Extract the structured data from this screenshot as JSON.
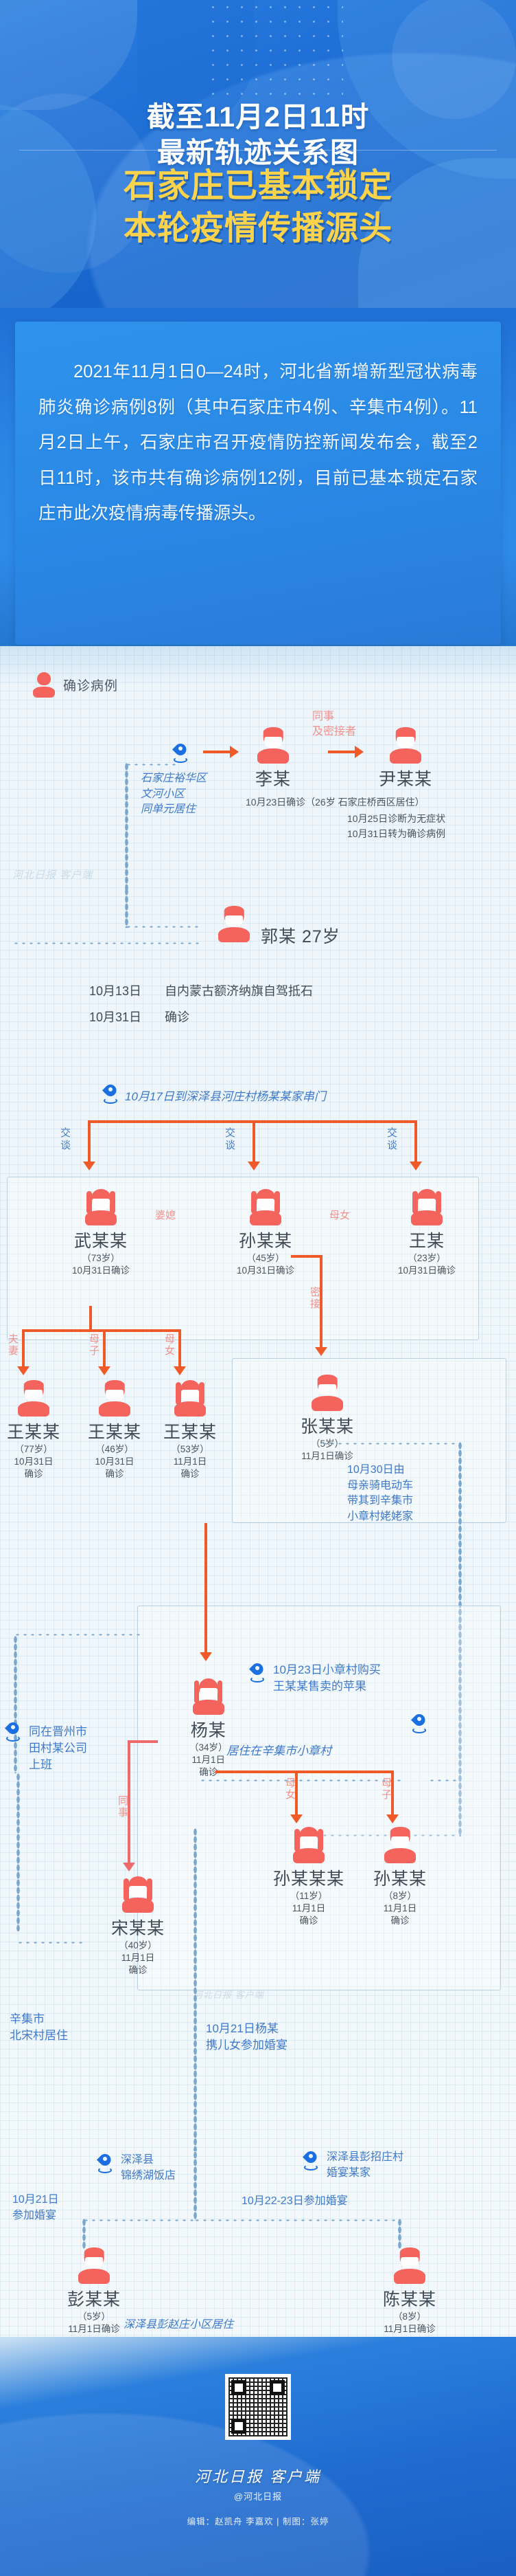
{
  "header": {
    "title_line1": "截至11月2日11时",
    "title_line2": "最新轨迹关系图",
    "highlight_line1": "石家庄已基本锁定",
    "highlight_line2": "本轮疫情传播源头"
  },
  "summary": {
    "body": "2021年11月1日0—24时，河北省新增新型冠状病毒肺炎确诊病例8例（其中石家庄市4例、辛集市4例）。11月2日上午，石家庄市召开疫情防控新闻发布会，截至2日11时，该市共有确诊病例12例，目前已基本锁定石家庄市此次疫情病毒传播源头。"
  },
  "legend": {
    "label": "确诊病例"
  },
  "diagram": {
    "loc_wenhe": "石家庄裕华区\n文河小区\n同单元居住",
    "loc_wenhe_l1": "石家庄裕华区",
    "loc_wenhe_l2": "文河小区",
    "loc_wenhe_l3": "同单元居住",
    "rel_colleague_l1": "同事",
    "rel_colleague_l2": "及密接者",
    "li": {
      "name": "李某",
      "info": "10月23日确诊（26岁 石家庄桥西区居住）"
    },
    "yin": {
      "name": "尹某某",
      "info_l1": "10月25日诊断为无症状",
      "info_l2": "10月31日转为确诊病例"
    },
    "guo": {
      "name_age": "郭某  27岁",
      "line1_date": "10月13日",
      "line1_text": "自内蒙古额济纳旗自驾抵石",
      "line2_date": "10月31日",
      "line2_text": "确诊"
    },
    "visit_note": "10月17日到深泽县河庄村杨某某家串门",
    "talk_label": "交谈",
    "rel_mother_in_law": "婆媳",
    "rel_mother_daughter": "母女",
    "rel_close_contact": "密接",
    "rel_couple": "夫妻",
    "rel_mother_son": "母子",
    "wu": {
      "name": "武某某",
      "age": "（73岁）",
      "diag": "10月31日确诊"
    },
    "sun_mid": {
      "name": "孙某某",
      "age": "（45岁）",
      "diag": "10月31日确诊"
    },
    "wang_top": {
      "name": "王某",
      "age": "（23岁）",
      "diag": "10月31日确诊"
    },
    "wang1": {
      "name": "王某某",
      "age": "（77岁）",
      "diag_l1": "10月31日",
      "diag_l2": "确诊"
    },
    "wang2": {
      "name": "王某某",
      "age": "（46岁）",
      "diag_l1": "10月31日",
      "diag_l2": "确诊"
    },
    "wang3": {
      "name": "王某某",
      "age": "（53岁）",
      "diag_l1": "11月1日",
      "diag_l2": "确诊"
    },
    "zhang": {
      "name": "张某某",
      "age": "（5岁）",
      "diag": "11月1日确诊"
    },
    "note_oct30_l1": "10月30日由",
    "note_oct30_l2": "母亲骑电动车",
    "note_oct30_l3": "带其到辛集市",
    "note_oct30_l4": "小章村姥姥家",
    "note_apple_l1": "10月23日小章村购买",
    "note_apple_l2": "王某某售卖的苹果",
    "note_live_xiaozhang": "居住在辛集市小章村",
    "yang": {
      "name": "杨某",
      "age": "（34岁）",
      "diag_l1": "11月1日",
      "diag_l2": "确诊"
    },
    "sun_girl": {
      "name": "孙某某某",
      "age": "（11岁）",
      "diag_l1": "11月1日",
      "diag_l2": "确诊"
    },
    "sun_boy": {
      "name": "孙某某",
      "age": "（8岁）",
      "diag_l1": "11月1日",
      "diag_l2": "确诊"
    },
    "note_jinzhou_l1": "同在晋州市",
    "note_jinzhou_l2": "田村某公司",
    "note_jinzhou_l3": "上班",
    "rel_coworker": "同事",
    "song": {
      "name": "宋某某",
      "age": "（40岁）",
      "diag_l1": "11月1日",
      "diag_l2": "确诊"
    },
    "note_beisong_l1": "辛集市",
    "note_beisong_l2": "北宋村居住",
    "note_wedding_l1": "10月21日杨某",
    "note_wedding_l2": "携儿女参加婚宴",
    "loc_jinxiu_l1": "深泽县",
    "loc_jinxiu_l2": "锦绣湖饭店",
    "loc_pengjiao_l1": "深泽县彭招庄村",
    "loc_pengjiao_l2": "婚宴某家",
    "note_oct21_l1": "10月21日",
    "note_oct21_l2": "参加婚宴",
    "note_oct22_23": "10月22-23日参加婚宴",
    "peng": {
      "name": "彭某某",
      "age": "（5岁）",
      "diag": "11月1日确诊"
    },
    "note_peng_addr": "深泽县彭赵庄小区居住",
    "chen": {
      "name": "陈某某",
      "age": "（8岁）",
      "diag": "11月1日确诊"
    },
    "watermark": "河北日报 客户端"
  },
  "footer": {
    "brand": "河北日报 客户端",
    "handle": "@河北日报",
    "credits": "编辑：赵凯舟  李嘉欢   |   制图：张婷"
  },
  "colors": {
    "accent_blue": "#1b6fe0",
    "header_blue": "#1f6fd6",
    "highlight_yellow": "#fcd34b",
    "person_red": "#f4645c",
    "arrow_orange": "#ef5a28",
    "pink_label": "#f0857e"
  }
}
